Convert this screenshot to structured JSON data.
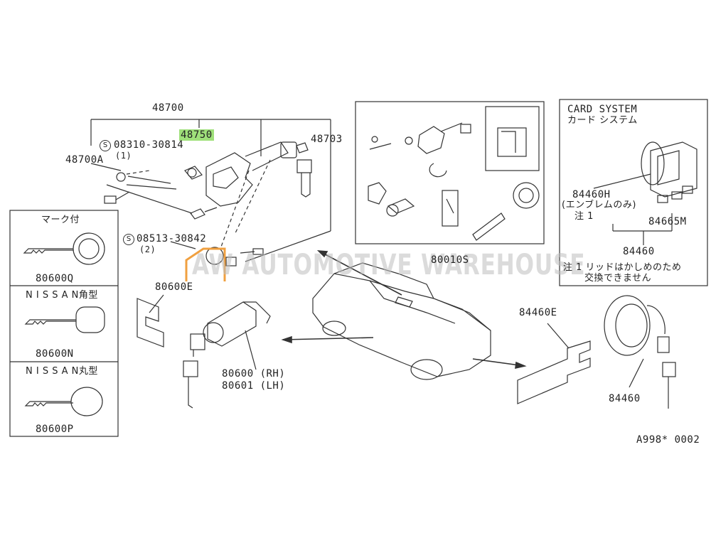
{
  "diagram": {
    "main_assembly_no": "48700",
    "part_48750": "48750",
    "part_48703": "48703",
    "part_48700A": "48700A",
    "screw_1_no": "08310-30814",
    "screw_1_qty": "(1)",
    "screw_1_symbol": "S",
    "screw_2_no": "08513-30842",
    "screw_2_qty": "(2)",
    "screw_2_symbol": "S",
    "kit_no": "80010S",
    "part_80600E": "80600E",
    "part_80600_rh": "80600 (RH)",
    "part_80601_lh": "80601 (LH)",
    "part_84460E": "84460E",
    "part_84460_bottom": "84460",
    "diagram_code": "A998* 0002",
    "watermark": "AW AUTOMOTIVE WAREHOUSE",
    "highlight_color": "#9fe07a"
  },
  "keys_panel": {
    "rows": [
      {
        "label": "マーク付",
        "part": "80600Q"
      },
      {
        "label": "N I S S A N角型",
        "part": "80600N"
      },
      {
        "label": "N I S S A N丸型",
        "part": "80600P"
      }
    ]
  },
  "card_system": {
    "title_en": "CARD SYSTEM",
    "title_jp": "カード  システム",
    "part_84460H": "84460H",
    "emblem_only": "(エンブレムのみ)",
    "note_ref": "注 1",
    "part_84665M": "84665M",
    "part_84460": "84460",
    "note_line1": "注 1  リッドはかしめのため",
    "note_line2": "交換できません"
  }
}
